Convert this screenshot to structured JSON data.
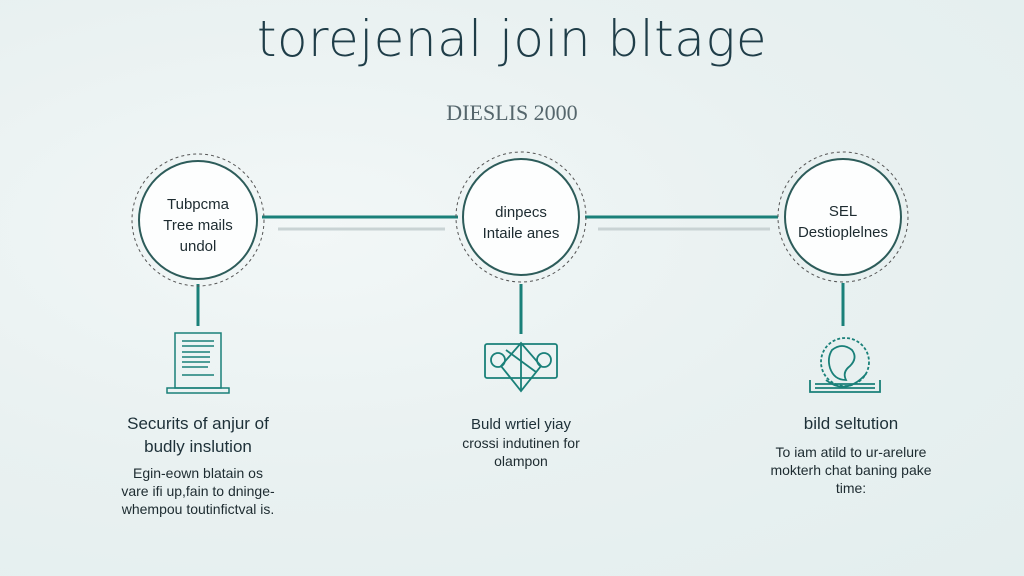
{
  "title": "torejenal join bltage",
  "subtitle": "DIESLIS 2000",
  "colors": {
    "accent": "#1a8079",
    "text": "#1d2b30"
  },
  "steps": [
    {
      "node_lines": [
        "Tubpcma",
        "Tree mails",
        "undol"
      ],
      "icon": "document-stand-icon",
      "heading": [
        "Securits of anjur of",
        "budly inslution"
      ],
      "desc": [
        "Egin-eown blatain os",
        "vare ifi up,fain to dninge-",
        "whempou toutinfictval is."
      ]
    },
    {
      "node_lines": [
        "dinpecs",
        "Intaile anes"
      ],
      "icon": "network-diamond-icon",
      "heading": [
        "Buld wrtiel yiay"
      ],
      "desc": [
        "crossi indutinen for",
        "olampon"
      ]
    },
    {
      "node_lines": [
        "SEL",
        "Destioplelnes"
      ],
      "icon": "globe-hands-icon",
      "heading": [
        "bild seltution"
      ],
      "desc": [
        "To iam atild to ur-arelure",
        "mokterh chat baning pake",
        "time:"
      ]
    }
  ]
}
